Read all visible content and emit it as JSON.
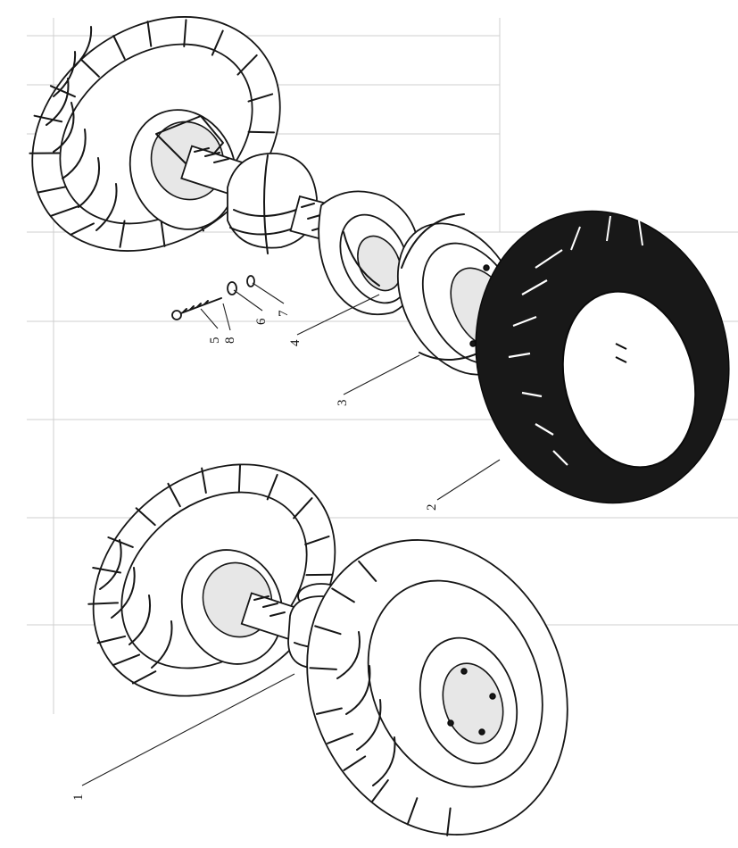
{
  "figure": {
    "callouts": [
      {
        "id": "callout-1",
        "label": "1"
      },
      {
        "id": "callout-2",
        "label": "2"
      },
      {
        "id": "callout-3",
        "label": "3"
      },
      {
        "id": "callout-4",
        "label": "4"
      },
      {
        "id": "callout-5",
        "label": "5"
      },
      {
        "id": "callout-6",
        "label": "6"
      },
      {
        "id": "callout-7",
        "label": "7"
      },
      {
        "id": "callout-8",
        "label": "8"
      }
    ]
  }
}
